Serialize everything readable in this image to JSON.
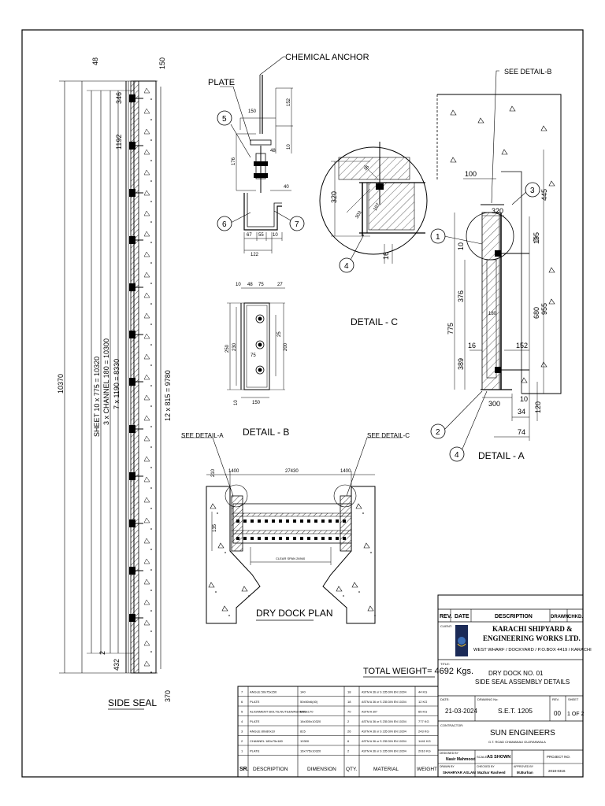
{
  "labels": {
    "chemical_anchor": "CHEMICAL ANCHOR",
    "plate": "PLATE",
    "see_detail_b": "SEE DETAIL-B",
    "see_detail_a": "SEE DETAIL-A",
    "see_detail_c": "SEE DETAIL-C",
    "detail_a": "DETAIL - A",
    "detail_b": "DETAIL - B",
    "detail_c": "DETAIL - C",
    "side_seal": "SIDE SEAL",
    "dry_dock_plan": "DRY DOCK PLAN",
    "total_weight": "TOTAL WEIGHT= 4692 Kgs.",
    "clear_span": "CLEAR SPAN 26940"
  },
  "side_seal_dims": {
    "top_48": "48",
    "top_150": "150",
    "d346": "346",
    "d1192": "1192",
    "overall": "10370",
    "sheet": "SHEET 10 x 775 = 10320",
    "channel": "3 x CHANNEL 180 = 10300",
    "angle": "7 x 1190 = 8330",
    "plate": "12 x 815 = 9780",
    "d2": "2",
    "d432": "432",
    "bottom_370": "370"
  },
  "anchor_dims": {
    "d150": "150",
    "d152": "152",
    "d10a": "10",
    "d48": "48",
    "d176": "176",
    "d40": "40",
    "d67": "67",
    "d55": "55",
    "d10b": "10",
    "d122": "122",
    "b5": "5",
    "b6": "6",
    "b7": "7"
  },
  "detail_b_dims": {
    "d10": "10",
    "d48": "48",
    "d75a": "75",
    "d27": "27",
    "d250": "250",
    "d230": "230",
    "d75b": "75",
    "d25": "25",
    "d200": "200",
    "d10b": "10",
    "d150": "150"
  },
  "detail_c_dims": {
    "d16a": "16",
    "d320": "320",
    "d303": "303",
    "d197": "197",
    "d16b": "16",
    "b4": "4"
  },
  "detail_a_dims": {
    "d100": "100",
    "d320": "320",
    "d445": "445",
    "d155": "155",
    "d10": "10",
    "d376": "376",
    "d775": "775",
    "d680": "680",
    "d955": "955",
    "d180": "180",
    "d16": "16",
    "d152": "152",
    "d389": "389",
    "d10b": "10",
    "d300": "300",
    "d34": "34",
    "d120": "120",
    "d74": "74",
    "b1": "1",
    "b2": "2",
    "b3": "3",
    "b4": "4"
  },
  "plan_dims": {
    "d210": "210",
    "d1400a": "1400",
    "d27430": "27430",
    "d1400b": "1400",
    "d135": "135"
  },
  "title_block": {
    "rev_h": "REV.",
    "date_h": "DATE",
    "desc_h": "DESCRIPTION",
    "drawn_h": "DRAWN",
    "chkd_h": "CHKD.",
    "client_label": "CLIENT:",
    "client_name_1": "KARACHI SHIPYARD &",
    "client_name_2": "ENGINEERING WORKS LTD.",
    "client_address": "WEST WHARF / DOCKYARD / P.O.BOX 4419 / KARACHI",
    "title_label": "TITLE:",
    "title_1": "DRY DOCK NO. 01",
    "title_2": "SIDE SEAL ASSEMBLY  DETAILS",
    "date_label": "DATE:",
    "date_value": "21-03-2024",
    "drawing_label": "DRAWING No:",
    "drawing_value": "S.E.T. 1205",
    "rev_label": "REV.",
    "rev_value": "00",
    "sheet_label": "SHEET",
    "sheet_value": "1 OF 2",
    "contractor_label": "CONTRACTOR:",
    "contractor_name": "SUN ENGINEERS",
    "contractor_address": "G.T. ROAD CHAMANAU GUJRANWALA",
    "designed_label": "DESIGNED BY",
    "designed_value": "Nasir Mahmood",
    "scale_label": "SCALE",
    "scale_value": "AS SHOWN",
    "project_label": "PROJECT NO.",
    "drawn_label": "DRAWN BY",
    "drawn_value": "SHAHRYAR ASLAM",
    "checked_label": "CHECKED BY",
    "checked_value": "Mazhar Rasheed",
    "approved_label": "APPROVED BY",
    "approved_value": "M.Burhan",
    "project_value": "2018-0316"
  },
  "bom": {
    "headers": {
      "sr": "SR.",
      "desc": "DESCRIPTION",
      "dim": "DIMENSION",
      "qty": "QTY.",
      "mat": "MATERIAL",
      "wt": "WEIGHT"
    },
    "rows": [
      {
        "sr": "7",
        "desc": "ANGLE 50x75x150",
        "dim": "140",
        "qty": "18",
        "mat": "ASTM A 36 or S 235 DIN EN 10204",
        "wt": "44 KG"
      },
      {
        "sr": "6",
        "desc": "PLATE",
        "dim": "50x50x6(40)",
        "qty": "18",
        "mat": "ASTM A 36 or S 235 DIN EN 10204",
        "wt": "12 KG"
      },
      {
        "sr": "5",
        "desc": "ALIGNMENT BOLTS,NUTS&WASHERS",
        "dim": "M20x170",
        "qty": "70",
        "mat": "ASTM A 307",
        "wt": "65 KG"
      },
      {
        "sr": "4",
        "desc": "PLATE",
        "dim": "16x300x10320",
        "qty": "2",
        "mat": "ASTM A 36 or S 235 DIN EN 10204",
        "wt": "777 KG"
      },
      {
        "sr": "3",
        "desc": "ANGLE 80x80x10",
        "dim": "815",
        "qty": "26",
        "mat": "ASTM A 36 or S 235 DIN EN 10204",
        "wt": "243 KG"
      },
      {
        "sr": "2",
        "desc": "CHANNEL 180x75x180",
        "dim": "10300",
        "qty": "6",
        "mat": "ASTM A 36 or S 235 DIN EN 10204",
        "wt": "1441 KG"
      },
      {
        "sr": "1",
        "desc": "PLATE",
        "dim": "16x775x10320",
        "qty": "2",
        "mat": "ASTM A 36 or S 235 DIN EN 10204",
        "wt": "2010 KG"
      }
    ]
  }
}
